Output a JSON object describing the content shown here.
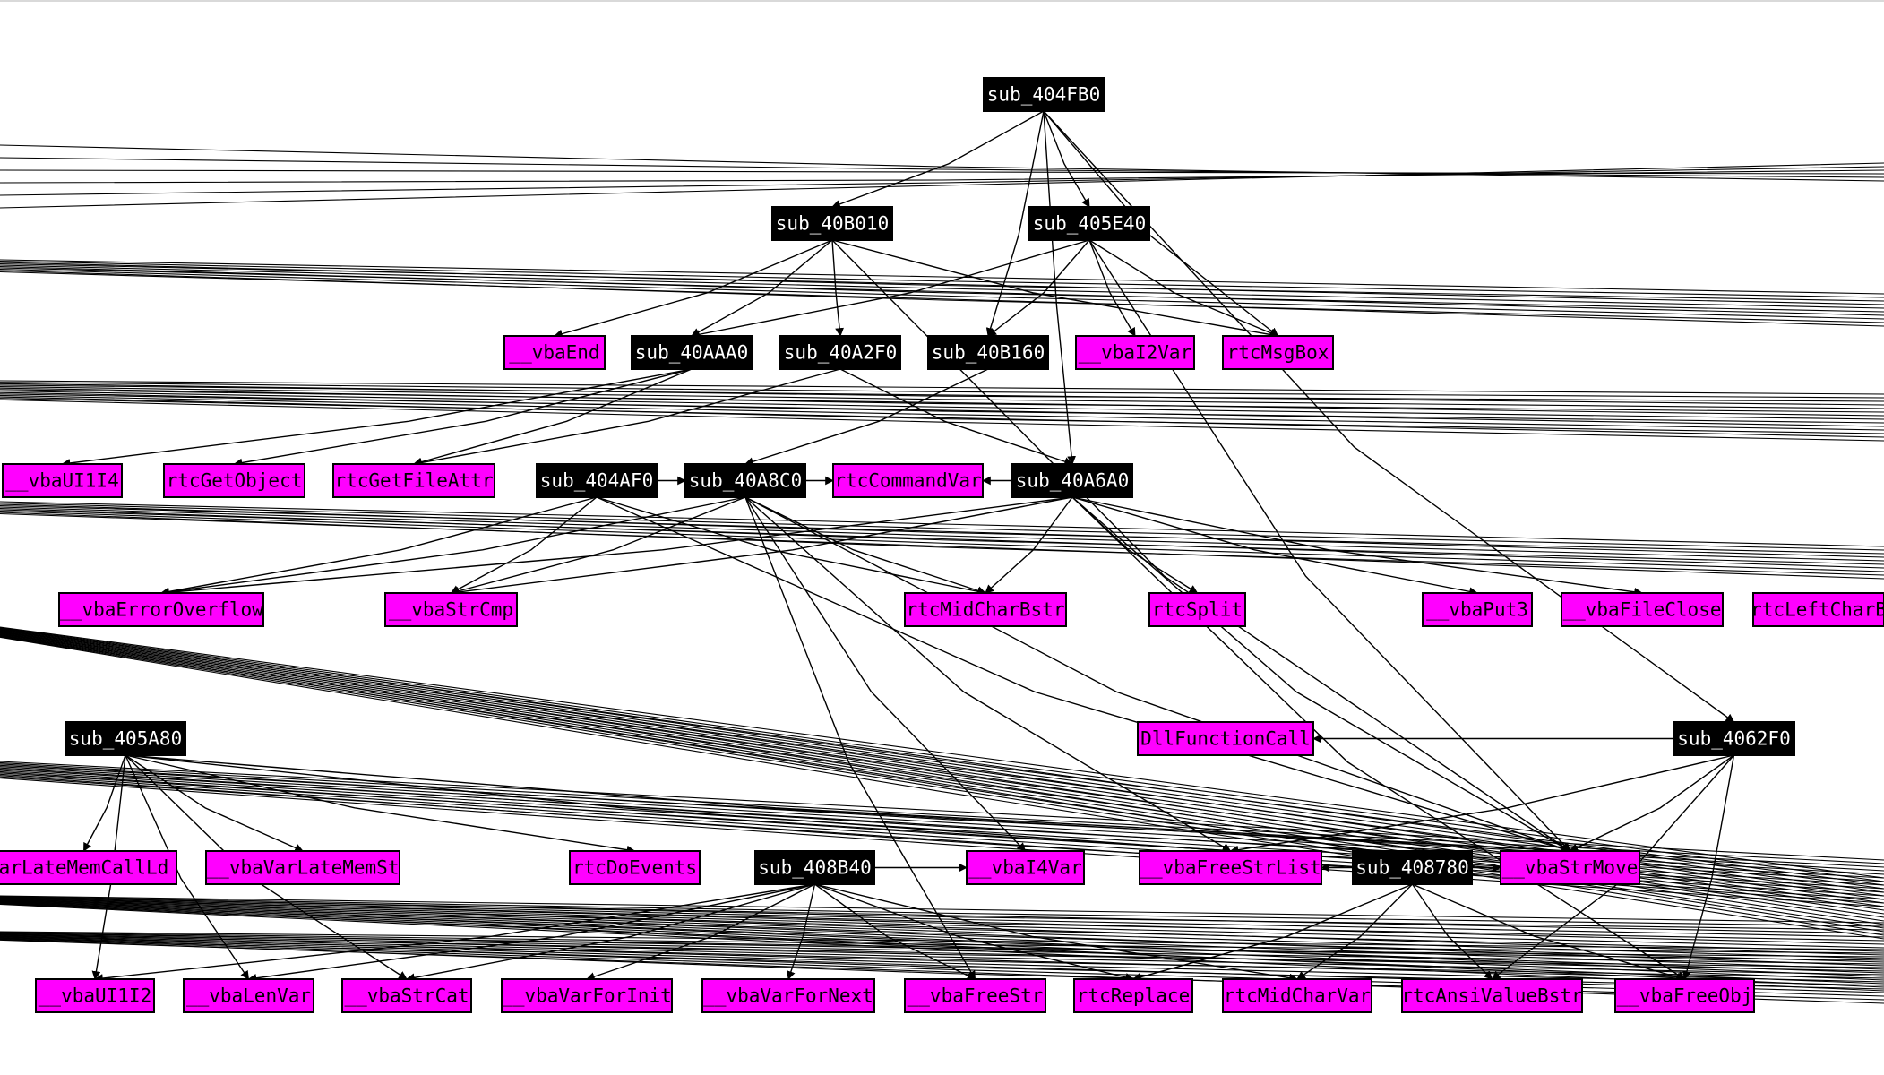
{
  "theme": {
    "sub_fill": "#000000",
    "sub_text": "#ffffff",
    "import_fill": "#ff00ff",
    "import_text": "#000000",
    "edge": "#000000"
  },
  "nodes": [
    {
      "id": "sub_404FB0",
      "label": "sub_404FB0",
      "kind": "sub"
    },
    {
      "id": "sub_40B010",
      "label": "sub_40B010",
      "kind": "sub"
    },
    {
      "id": "sub_405E40",
      "label": "sub_405E40",
      "kind": "sub"
    },
    {
      "id": "__vbaEnd",
      "label": "__vbaEnd",
      "kind": "import"
    },
    {
      "id": "sub_40AAA0",
      "label": "sub_40AAA0",
      "kind": "sub"
    },
    {
      "id": "sub_40A2F0",
      "label": "sub_40A2F0",
      "kind": "sub"
    },
    {
      "id": "sub_40B160",
      "label": "sub_40B160",
      "kind": "sub"
    },
    {
      "id": "__vbaI2Var",
      "label": "__vbaI2Var",
      "kind": "import"
    },
    {
      "id": "rtcMsgBox",
      "label": "rtcMsgBox",
      "kind": "import"
    },
    {
      "id": "__vbaUI1I4",
      "label": "__vbaUI1I4",
      "kind": "import"
    },
    {
      "id": "rtcGetObject",
      "label": "rtcGetObject",
      "kind": "import"
    },
    {
      "id": "rtcGetFileAttr",
      "label": "rtcGetFileAttr",
      "kind": "import"
    },
    {
      "id": "sub_404AF0",
      "label": "sub_404AF0",
      "kind": "sub"
    },
    {
      "id": "sub_40A8C0",
      "label": "sub_40A8C0",
      "kind": "sub"
    },
    {
      "id": "rtcCommandVar",
      "label": "rtcCommandVar",
      "kind": "import"
    },
    {
      "id": "sub_40A6A0",
      "label": "sub_40A6A0",
      "kind": "sub"
    },
    {
      "id": "__vbaErrorOverflow",
      "label": "__vbaErrorOverflow",
      "kind": "import"
    },
    {
      "id": "__vbaStrCmp",
      "label": "__vbaStrCmp",
      "kind": "import"
    },
    {
      "id": "rtcMidCharBstr",
      "label": "rtcMidCharBstr",
      "kind": "import"
    },
    {
      "id": "rtcSplit",
      "label": "rtcSplit",
      "kind": "import"
    },
    {
      "id": "__vbaPut3",
      "label": "__vbaPut3",
      "kind": "import"
    },
    {
      "id": "__vbaFileClose",
      "label": "__vbaFileClose",
      "kind": "import"
    },
    {
      "id": "rtcLeftCharB",
      "label": "rtcLeftCharB",
      "kind": "import"
    },
    {
      "id": "sub_405A80",
      "label": "sub_405A80",
      "kind": "sub"
    },
    {
      "id": "DllFunctionCall",
      "label": "DllFunctionCall",
      "kind": "import"
    },
    {
      "id": "sub_4062F0",
      "label": "sub_4062F0",
      "kind": "sub"
    },
    {
      "id": "arLateMemCallLd",
      "label": "arLateMemCallLd",
      "kind": "import"
    },
    {
      "id": "__vbaVarLateMemSt",
      "label": "__vbaVarLateMemSt",
      "kind": "import"
    },
    {
      "id": "rtcDoEvents",
      "label": "rtcDoEvents",
      "kind": "import"
    },
    {
      "id": "sub_408B40",
      "label": "sub_408B40",
      "kind": "sub"
    },
    {
      "id": "__vbaI4Var",
      "label": "__vbaI4Var",
      "kind": "import"
    },
    {
      "id": "__vbaFreeStrList",
      "label": "__vbaFreeStrList",
      "kind": "import"
    },
    {
      "id": "sub_408780",
      "label": "sub_408780",
      "kind": "sub"
    },
    {
      "id": "__vbaStrMove",
      "label": "__vbaStrMove",
      "kind": "import"
    },
    {
      "id": "__vbaUI1I2",
      "label": "__vbaUI1I2",
      "kind": "import"
    },
    {
      "id": "__vbaLenVar",
      "label": "__vbaLenVar",
      "kind": "import"
    },
    {
      "id": "__vbaStrCat",
      "label": "__vbaStrCat",
      "kind": "import"
    },
    {
      "id": "__vbaVarForInit",
      "label": "__vbaVarForInit",
      "kind": "import"
    },
    {
      "id": "__vbaVarForNext",
      "label": "__vbaVarForNext",
      "kind": "import"
    },
    {
      "id": "__vbaFreeStr",
      "label": "__vbaFreeStr",
      "kind": "import"
    },
    {
      "id": "rtcReplace",
      "label": "rtcReplace",
      "kind": "import"
    },
    {
      "id": "rtcMidCharVar",
      "label": "rtcMidCharVar",
      "kind": "import"
    },
    {
      "id": "rtcAnsiValueBstr",
      "label": "rtcAnsiValueBstr",
      "kind": "import"
    },
    {
      "id": "__vbaFreeObj",
      "label": "__vbaFreeObj",
      "kind": "import"
    }
  ],
  "edges": [
    [
      "sub_404FB0",
      "sub_40B010"
    ],
    [
      "sub_404FB0",
      "sub_405E40"
    ],
    [
      "sub_404FB0",
      "sub_40B160"
    ],
    [
      "sub_404FB0",
      "rtcMsgBox"
    ],
    [
      "sub_404FB0",
      "sub_40A6A0"
    ],
    [
      "sub_404FB0",
      "sub_4062F0"
    ],
    [
      "sub_40B010",
      "__vbaEnd"
    ],
    [
      "sub_40B010",
      "sub_40AAA0"
    ],
    [
      "sub_40B010",
      "sub_40A2F0"
    ],
    [
      "sub_40B010",
      "rtcMsgBox"
    ],
    [
      "sub_405E40",
      "__vbaI2Var"
    ],
    [
      "sub_405E40",
      "sub_40AAA0"
    ],
    [
      "sub_405E40",
      "rtcMsgBox"
    ],
    [
      "sub_405E40",
      "sub_40B160"
    ],
    [
      "sub_40AAA0",
      "rtcGetObject"
    ],
    [
      "sub_40AAA0",
      "__vbaUI1I4"
    ],
    [
      "sub_40AAA0",
      "rtcGetFileAttr"
    ],
    [
      "sub_40A2F0",
      "rtcGetFileAttr"
    ],
    [
      "sub_40A2F0",
      "sub_40A6A0"
    ],
    [
      "sub_40B160",
      "sub_40A8C0"
    ],
    [
      "sub_404AF0",
      "sub_40A8C0"
    ],
    [
      "sub_40A8C0",
      "rtcCommandVar"
    ],
    [
      "sub_40A6A0",
      "rtcCommandVar"
    ],
    [
      "sub_404AF0",
      "__vbaErrorOverflow"
    ],
    [
      "sub_404AF0",
      "__vbaStrCmp"
    ],
    [
      "sub_404AF0",
      "rtcMidCharBstr"
    ],
    [
      "sub_40A8C0",
      "__vbaStrCmp"
    ],
    [
      "sub_40A8C0",
      "__vbaErrorOverflow"
    ],
    [
      "sub_40A8C0",
      "__vbaI4Var"
    ],
    [
      "sub_40A8C0",
      "__vbaFreeStr"
    ],
    [
      "sub_40A8C0",
      "rtcMidCharBstr"
    ],
    [
      "sub_40A6A0",
      "__vbaErrorOverflow"
    ],
    [
      "sub_40A6A0",
      "rtcMidCharBstr"
    ],
    [
      "sub_40A6A0",
      "__vbaStrCmp"
    ],
    [
      "sub_40A6A0",
      "rtcSplit"
    ],
    [
      "sub_40A6A0",
      "__vbaPut3"
    ],
    [
      "sub_40A6A0",
      "__vbaFileClose"
    ],
    [
      "sub_405A80",
      "arLateMemCallLd"
    ],
    [
      "sub_405A80",
      "__vbaVarLateMemSt"
    ],
    [
      "sub_405A80",
      "rtcDoEvents"
    ],
    [
      "sub_405A80",
      "__vbaStrMove"
    ],
    [
      "sub_405A80",
      "__vbaFreeStrList"
    ],
    [
      "sub_4062F0",
      "__vbaStrMove"
    ],
    [
      "sub_4062F0",
      "__vbaFreeStrList"
    ],
    [
      "sub_4062F0",
      "DllFunctionCall"
    ],
    [
      "sub_408B40",
      "__vbaI4Var"
    ],
    [
      "sub_408780",
      "__vbaFreeStrList"
    ],
    [
      "sub_408780",
      "__vbaStrMove"
    ],
    [
      "sub_408B40",
      "__vbaUI1I2"
    ],
    [
      "sub_408B40",
      "__vbaLenVar"
    ],
    [
      "sub_408B40",
      "__vbaStrCat"
    ],
    [
      "sub_408B40",
      "__vbaVarForInit"
    ],
    [
      "sub_408B40",
      "__vbaVarForNext"
    ],
    [
      "sub_408B40",
      "__vbaFreeStr"
    ],
    [
      "sub_408780",
      "rtcReplace"
    ],
    [
      "sub_408780",
      "rtcMidCharVar"
    ],
    [
      "sub_408780",
      "rtcAnsiValueBstr"
    ],
    [
      "sub_408780",
      "__vbaFreeObj"
    ],
    [
      "sub_4062F0",
      "__vbaFreeObj"
    ],
    [
      "sub_4062F0",
      "rtcAnsiValueBstr"
    ],
    [
      "sub_405A80",
      "__vbaLenVar"
    ],
    [
      "sub_405A80",
      "__vbaStrCat"
    ],
    [
      "sub_405A80",
      "__vbaUI1I2"
    ],
    [
      "sub_40A8C0",
      "__vbaFreeStrList"
    ],
    [
      "sub_40A8C0",
      "__vbaStrMove"
    ],
    [
      "sub_404AF0",
      "__vbaStrMove"
    ],
    [
      "sub_40A6A0",
      "__vbaStrMove"
    ],
    [
      "sub_40A6A0",
      "__vbaFreeObj"
    ],
    [
      "sub_408B40",
      "rtcReplace"
    ],
    [
      "sub_408B40",
      "rtcMidCharVar"
    ],
    [
      "sub_405E40",
      "__vbaStrMove"
    ],
    [
      "sub_40B010",
      "__vbaStrMove"
    ]
  ]
}
